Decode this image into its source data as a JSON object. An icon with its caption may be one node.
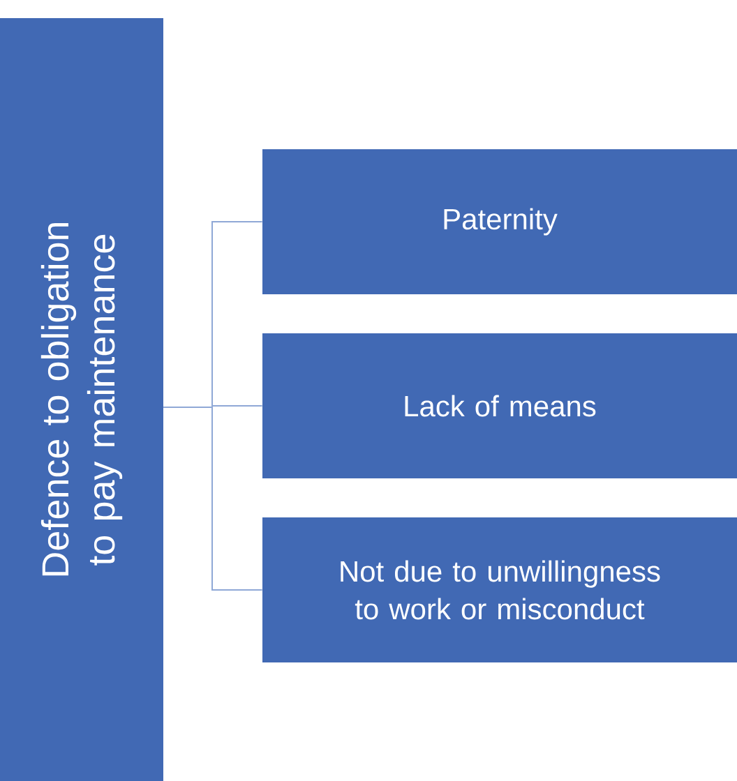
{
  "diagram": {
    "nodes": [
      {
        "text": [
          "Defence to obligation to pay maintenance"
        ]
      },
      {
        "text": [
          "Paternity"
        ]
      },
      {
        "text": [
          "Lack of means"
        ]
      },
      {
        "text": [
          "Not due to unwillingness to work or misconduct"
        ]
      }
    ],
    "edges": [
      {
        "from": 0,
        "to": 1,
        "arrow": "none"
      },
      {
        "from": 0,
        "to": 2,
        "arrow": "none"
      },
      {
        "from": 0,
        "to": 3,
        "arrow": "none"
      }
    ]
  }
}
